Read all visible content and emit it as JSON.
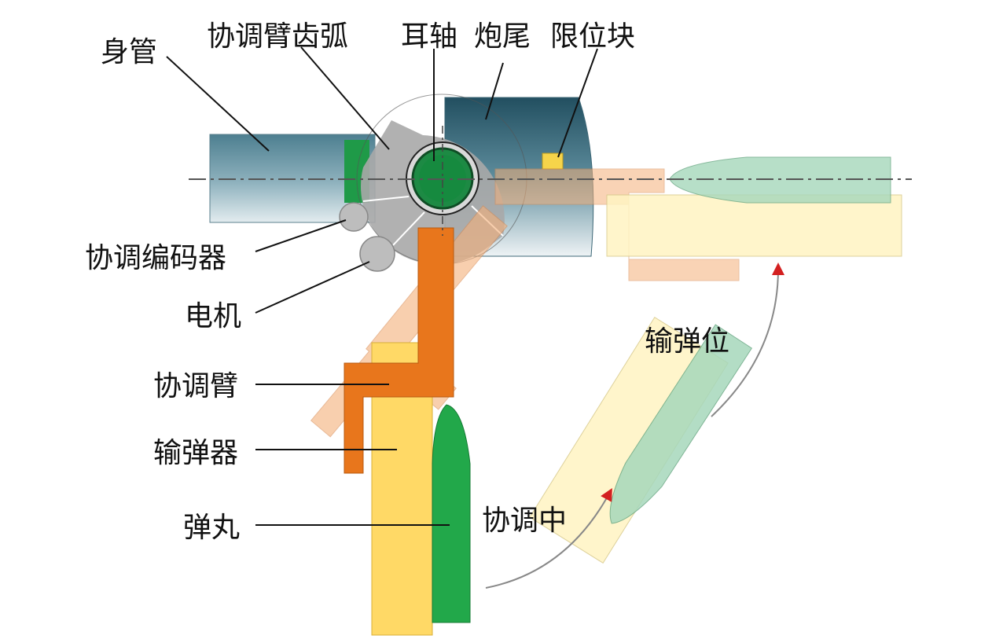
{
  "labels": {
    "barrel": "身管",
    "arm_gear_arc": "协调臂齿弧",
    "trunnion": "耳轴",
    "breech": "炮尾",
    "limit_block": "限位块",
    "encoder": "协调编码器",
    "motor": "电机",
    "coord_arm": "协调臂",
    "rammer": "输弹器",
    "projectile": "弹丸",
    "ramming_position": "输弹位",
    "coordinating": "协调中"
  },
  "colors": {
    "barrel": "#6f9aa8",
    "breech": "#2e5f70",
    "trunnion": "#1f8a45",
    "encoder_motor": "#b8b8b8",
    "gear_arc": "#a9a9a9",
    "arm": "#e8761c",
    "rammer": "#ffd966",
    "projectile": "#22a84a",
    "ghost_rammer": "#fff4c2",
    "ghost_projectile": "#9fd3b5",
    "arrow": "#d32020"
  }
}
